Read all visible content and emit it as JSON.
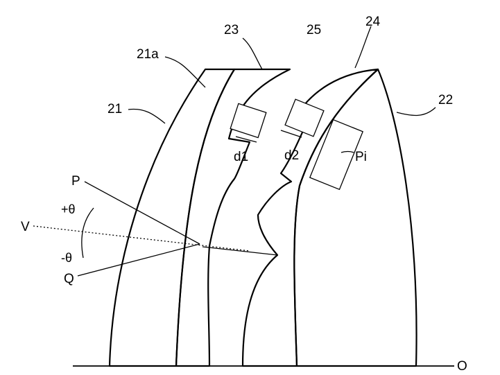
{
  "labels": {
    "l_21a": "21a",
    "l_23": "23",
    "l_25": "25",
    "l_24": "24",
    "l_21": "21",
    "l_22": "22",
    "l_d1": "d1",
    "l_d2": "d2",
    "l_pi": "Pi",
    "l_p": "P",
    "l_plus_theta": "+θ",
    "l_v": "V",
    "l_minus_theta": "-θ",
    "l_q": "Q",
    "l_o": "O"
  },
  "colors": {
    "ink": "#000000",
    "paper": "#ffffff"
  }
}
